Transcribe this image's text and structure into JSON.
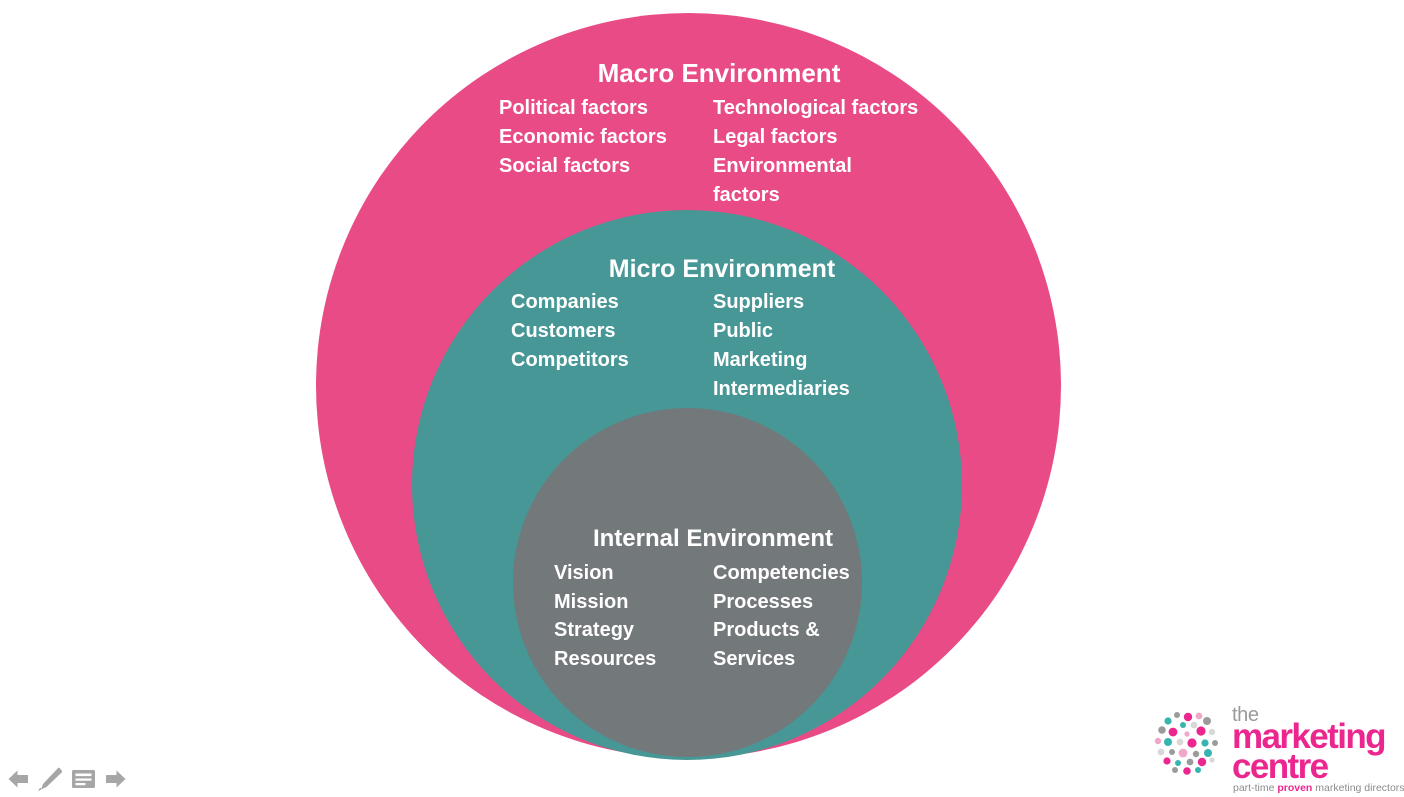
{
  "diagram": {
    "title": "Marketing Environment concentric circles diagram",
    "rings": [
      {
        "id": "macro",
        "title": "Macro Environment",
        "color": "#e94b86",
        "left_column": [
          "Political factors",
          "Economic factors",
          "Social factors"
        ],
        "right_column": [
          "Technological factors",
          "Legal factors",
          "Environmental factors"
        ]
      },
      {
        "id": "micro",
        "title": "Micro Environment",
        "color": "#469795",
        "left_column": [
          "Companies",
          "Customers",
          "Competitors"
        ],
        "right_column": [
          "Suppliers",
          "Public",
          "Marketing Intermediaries"
        ]
      },
      {
        "id": "internal",
        "title": "Internal Environment",
        "color": "#73787b",
        "left_column": [
          "Vision",
          "Mission",
          "Strategy",
          "Resources"
        ],
        "right_column": [
          "Competencies",
          "Processes",
          "Products & Services"
        ]
      }
    ]
  },
  "nav": {
    "items": [
      {
        "name": "previous-slide",
        "icon": "left-arrow-icon"
      },
      {
        "name": "annotate",
        "icon": "pencil-icon"
      },
      {
        "name": "notes",
        "icon": "notes-icon"
      },
      {
        "name": "next-slide",
        "icon": "right-arrow-icon"
      }
    ]
  },
  "logo": {
    "the": "the",
    "marketing": "marketing",
    "centre": "centre",
    "tagline_pre": "part-time ",
    "tagline_accent": "proven",
    "tagline_post": " marketing directors",
    "brand_color": "#ec268f",
    "gray_color": "#8d8d8d"
  }
}
